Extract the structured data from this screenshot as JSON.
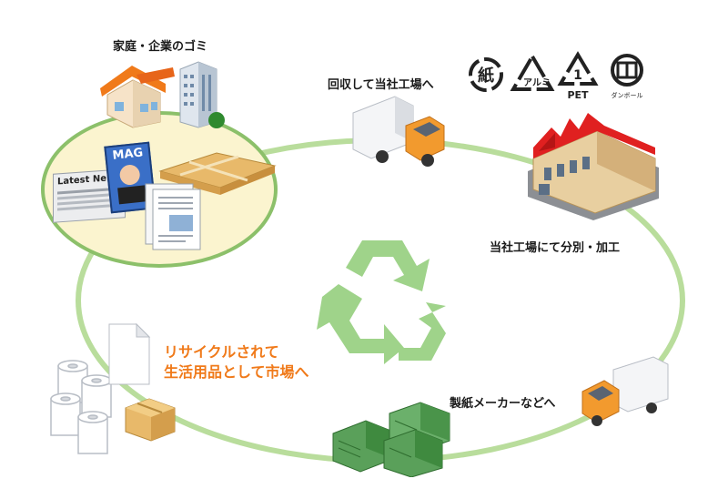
{
  "labels": {
    "household": "家庭・企業のゴミ",
    "collect": "回収して当社工場へ",
    "factory": "当社工場にて分別・加工",
    "paper_maker": "製紙メーカーなどへ",
    "recycle_line1": "リサイクルされて",
    "recycle_line2": "生活用品として市場へ"
  },
  "symbols": {
    "paper": "紙",
    "aluminum": "アルミ",
    "pet_number": "1",
    "pet": "PET",
    "cardboard": "ダンボール"
  },
  "illustration_text": {
    "magazine": "MAG",
    "newspaper": "Latest Ne"
  },
  "colors": {
    "cycle_line": "#b9dd9c",
    "recycle_arrows": "#9fd38a",
    "orange_text": "#f07a1a",
    "truck_cab": "#f29a2e",
    "factory_roof": "#e02020"
  }
}
